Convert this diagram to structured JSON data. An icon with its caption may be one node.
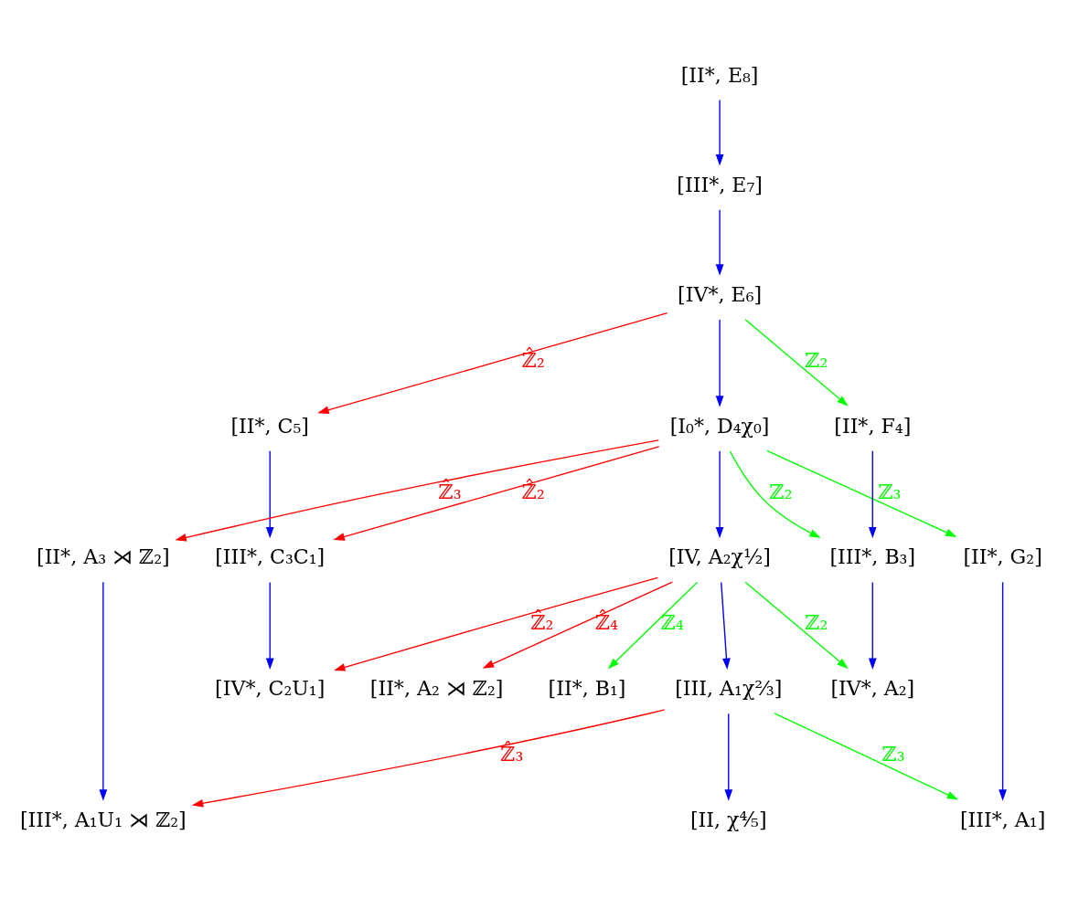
{
  "diagram": {
    "nodes": [
      {
        "text": [
          "[II*, E₈]"
        ]
      },
      {
        "text": [
          "[III*, E₇]"
        ]
      },
      {
        "text": [
          "[IV*, E₆]"
        ]
      },
      {
        "text": [
          "[II*, C₅]"
        ]
      },
      {
        "text": [
          "[I₀*, D₄χ₀]"
        ]
      },
      {
        "text": [
          "[II*, F₄]"
        ]
      },
      {
        "text": [
          "[II*, A₃ ⋊ ℤ₂]"
        ]
      },
      {
        "text": [
          "[III*, C₃C₁]"
        ]
      },
      {
        "text": [
          "[IV, A₂χ½]"
        ]
      },
      {
        "text": [
          "[III*, B₃]"
        ]
      },
      {
        "text": [
          "[II*, G₂]"
        ]
      },
      {
        "text": [
          "[II*, A₂ ⋊ ℤ₂]"
        ]
      },
      {
        "text": [
          "[IV*, C₂U₁]"
        ]
      },
      {
        "text": [
          "[III, A₁χ⅔]"
        ]
      },
      {
        "text": [
          "[IV*, A₂]"
        ]
      },
      {
        "text": [
          "[II*, B₁]"
        ]
      },
      {
        "text": [
          "[III*, A₁U₁ ⋊ ℤ₂]"
        ]
      },
      {
        "text": [
          "[II, χ⅘]"
        ]
      },
      {
        "text": [
          "[III*, A₁]"
        ]
      }
    ],
    "edges": [
      {
        "from": 0,
        "to": 1,
        "arrow": "to"
      },
      {
        "from": 1,
        "to": 2,
        "arrow": "to"
      },
      {
        "from": 2,
        "to": 3,
        "arrow": "to",
        "label": "ℤ̂₂",
        "color": "#ff0000"
      },
      {
        "from": 2,
        "to": 4,
        "arrow": "to"
      },
      {
        "from": 2,
        "to": 5,
        "arrow": "to",
        "label": "ℤ₂",
        "color": "#00ff00"
      },
      {
        "from": 3,
        "to": 7,
        "arrow": "to"
      },
      {
        "from": 4,
        "to": 6,
        "arrow": "to",
        "label": "ℤ̂₃",
        "color": "#ff0000"
      },
      {
        "from": 4,
        "to": 7,
        "arrow": "to",
        "label": "ℤ̂₂",
        "color": "#ff0000"
      },
      {
        "from": 4,
        "to": 8,
        "arrow": "to"
      },
      {
        "from": 4,
        "to": 9,
        "arrow": "to",
        "label": "ℤ₂",
        "color": "#00ff00"
      },
      {
        "from": 4,
        "to": 10,
        "arrow": "to",
        "label": "ℤ₃",
        "color": "#00ff00"
      },
      {
        "from": 5,
        "to": 9,
        "arrow": "to"
      },
      {
        "from": 6,
        "to": 16,
        "arrow": "to"
      },
      {
        "from": 7,
        "to": 12,
        "arrow": "to"
      },
      {
        "from": 8,
        "to": 11,
        "arrow": "to",
        "label": "ℤ̂₄",
        "color": "#ff0000"
      },
      {
        "from": 8,
        "to": 12,
        "arrow": "to",
        "label": "ℤ̂₂",
        "color": "#ff0000"
      },
      {
        "from": 8,
        "to": 13,
        "arrow": "to"
      },
      {
        "from": 8,
        "to": 14,
        "arrow": "to",
        "label": "ℤ₂",
        "color": "#00ff00"
      },
      {
        "from": 8,
        "to": 15,
        "arrow": "to",
        "label": "ℤ₄",
        "color": "#00ff00"
      },
      {
        "from": 9,
        "to": 14,
        "arrow": "to"
      },
      {
        "from": 10,
        "to": 18,
        "arrow": "to"
      },
      {
        "from": 13,
        "to": 16,
        "arrow": "to",
        "label": "ℤ̂₃",
        "color": "#ff0000"
      },
      {
        "from": 13,
        "to": 17,
        "arrow": "to"
      },
      {
        "from": 13,
        "to": 18,
        "arrow": "to",
        "label": "ℤ₃",
        "color": "#00ff00"
      }
    ]
  }
}
